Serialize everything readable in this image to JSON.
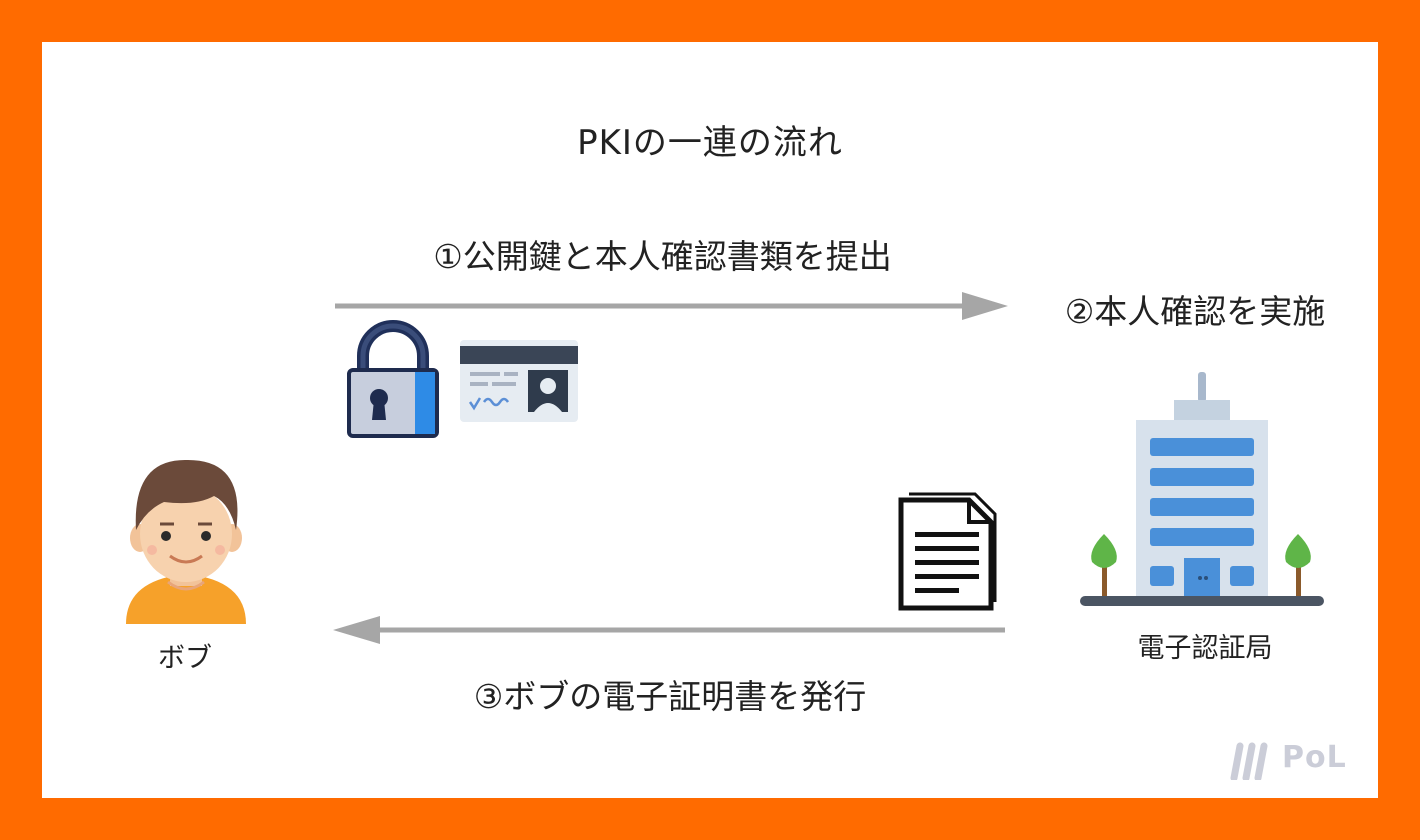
{
  "title": "PKIの一連の流れ",
  "steps": {
    "step1": "①公開鍵と本人確認書類を提出",
    "step2": "②本人確認を実施",
    "step3": "③ボブの電子証明書を発行"
  },
  "actors": {
    "bob": "ボブ",
    "ca": "電子認証局"
  },
  "brand": {
    "logo_text": "PoL"
  },
  "colors": {
    "frame": "#FF6B00",
    "arrow": "#A6A6A6",
    "logo": "#CBCDD8"
  },
  "icons": {
    "padlock": "padlock-icon",
    "id_card": "id-card-icon",
    "person": "person-icon",
    "document": "document-icon",
    "building": "building-icon"
  }
}
